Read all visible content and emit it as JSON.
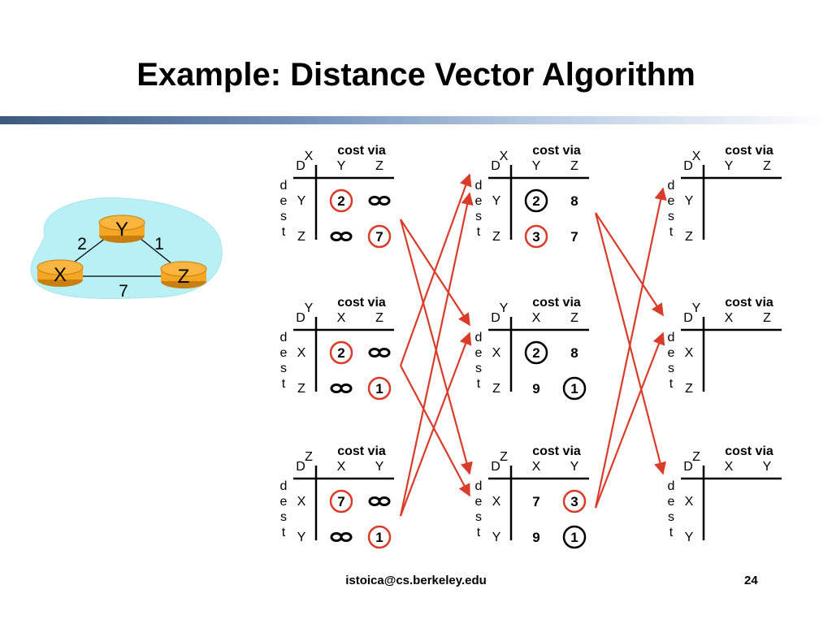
{
  "slide": {
    "title": "Example: Distance Vector Algorithm",
    "footer_email": "istoica@cs.berkeley.edu",
    "page_number": "24",
    "title_bar_colors": [
      "#3c5a7e",
      "#b9cce4"
    ]
  },
  "labels": {
    "cost_via": "cost via",
    "dest_letters": [
      "d",
      "e",
      "s",
      "t"
    ],
    "d_header": "D",
    "infinity": "∞"
  },
  "colors": {
    "arrow": "#d93d2a",
    "circle_red": "#d93d2a",
    "circle_black": "#000000",
    "router_fill": "#f5a623",
    "cloud_fill": "#b8f0f5"
  },
  "network": {
    "nodes": [
      "Y",
      "X",
      "Z"
    ],
    "edges": [
      {
        "from": "X",
        "to": "Y",
        "cost": "2"
      },
      {
        "from": "Y",
        "to": "Z",
        "cost": "1"
      },
      {
        "from": "X",
        "to": "Z",
        "cost": "7"
      }
    ]
  },
  "tables": [
    {
      "node": "X",
      "cols": [
        "Y",
        "Z"
      ],
      "rows": [
        "Y",
        "Z"
      ],
      "cells": [
        [
          {
            "v": "2",
            "c": "red"
          },
          {
            "v": "∞"
          }
        ],
        [
          {
            "v": "∞"
          },
          {
            "v": "7",
            "c": "red"
          }
        ]
      ]
    },
    {
      "node": "Y",
      "cols": [
        "X",
        "Z"
      ],
      "rows": [
        "X",
        "Z"
      ],
      "cells": [
        [
          {
            "v": "2",
            "c": "red"
          },
          {
            "v": "∞"
          }
        ],
        [
          {
            "v": "∞"
          },
          {
            "v": "1",
            "c": "red"
          }
        ]
      ]
    },
    {
      "node": "Z",
      "cols": [
        "X",
        "Y"
      ],
      "rows": [
        "X",
        "Y"
      ],
      "cells": [
        [
          {
            "v": "7",
            "c": "red"
          },
          {
            "v": "∞"
          }
        ],
        [
          {
            "v": "∞"
          },
          {
            "v": "1",
            "c": "red"
          }
        ]
      ]
    },
    {
      "node": "X",
      "cols": [
        "Y",
        "Z"
      ],
      "rows": [
        "Y",
        "Z"
      ],
      "cells": [
        [
          {
            "v": "2",
            "c": "black"
          },
          {
            "v": "8"
          }
        ],
        [
          {
            "v": "3",
            "c": "red"
          },
          {
            "v": "7"
          }
        ]
      ]
    },
    {
      "node": "Y",
      "cols": [
        "X",
        "Z"
      ],
      "rows": [
        "X",
        "Z"
      ],
      "cells": [
        [
          {
            "v": "2",
            "c": "black"
          },
          {
            "v": "8"
          }
        ],
        [
          {
            "v": "9"
          },
          {
            "v": "1",
            "c": "black"
          }
        ]
      ]
    },
    {
      "node": "Z",
      "cols": [
        "X",
        "Y"
      ],
      "rows": [
        "X",
        "Y"
      ],
      "cells": [
        [
          {
            "v": "7"
          },
          {
            "v": "3",
            "c": "red"
          }
        ],
        [
          {
            "v": "9"
          },
          {
            "v": "1",
            "c": "black"
          }
        ]
      ]
    },
    {
      "node": "X",
      "cols": [
        "Y",
        "Z"
      ],
      "rows": [
        "Y",
        "Z"
      ],
      "cells": [
        [
          {
            "v": ""
          },
          {
            "v": ""
          }
        ],
        [
          {
            "v": ""
          },
          {
            "v": ""
          }
        ]
      ]
    },
    {
      "node": "Y",
      "cols": [
        "X",
        "Z"
      ],
      "rows": [
        "X",
        "Z"
      ],
      "cells": [
        [
          {
            "v": ""
          },
          {
            "v": ""
          }
        ],
        [
          {
            "v": ""
          },
          {
            "v": ""
          }
        ]
      ]
    },
    {
      "node": "Z",
      "cols": [
        "X",
        "Y"
      ],
      "rows": [
        "X",
        "Y"
      ],
      "cells": [
        [
          {
            "v": ""
          },
          {
            "v": ""
          }
        ],
        [
          {
            "v": ""
          },
          {
            "v": ""
          }
        ]
      ]
    }
  ]
}
